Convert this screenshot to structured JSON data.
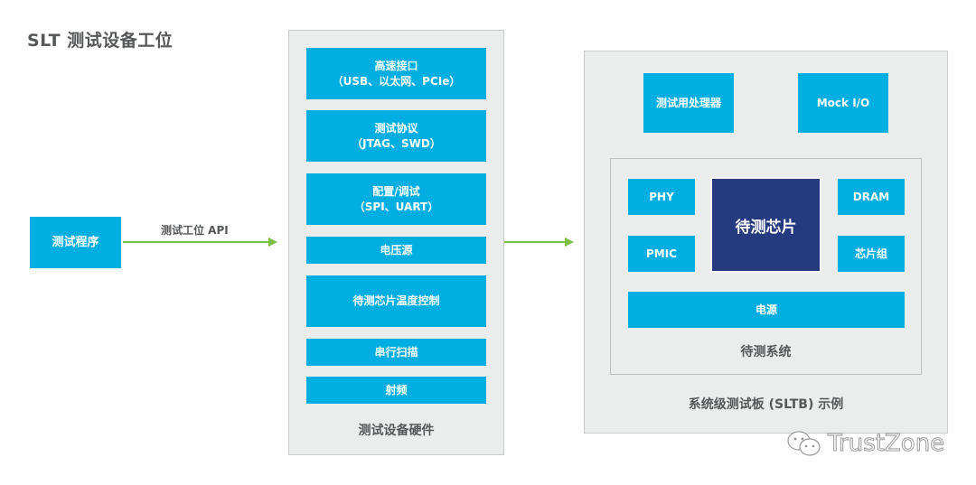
{
  "title": "SLT 测试设备工位",
  "test_program": {
    "label": "测试程序"
  },
  "api_arrow": {
    "label": "测试工位 API"
  },
  "test_hardware": {
    "caption": "测试设备硬件",
    "blocks": [
      {
        "line1": "高速接口",
        "line2": "（USB、以太网、PCIe）"
      },
      {
        "line1": "测试协议",
        "line2": "（JTAG、SWD）"
      },
      {
        "line1": "配置/调试",
        "line2": "（SPI、UART）"
      },
      {
        "line1": "电压源",
        "line2": ""
      },
      {
        "line1": "待测芯片温度控制",
        "line2": ""
      },
      {
        "line1": "串行扫描",
        "line2": ""
      },
      {
        "line1": "射频",
        "line2": ""
      }
    ]
  },
  "sltb": {
    "caption": "系统级测试板 (SLTB) 示例",
    "test_processor": "测试用处理器",
    "mock_io": "Mock I/O",
    "system_under_test": {
      "caption": "待测系统",
      "phy": "PHY",
      "pmic": "PMIC",
      "dut_chip": "待测芯片",
      "dram": "DRAM",
      "chipset": "芯片组",
      "power": "电源"
    }
  },
  "watermark": {
    "text": "TrustZone",
    "icon": "wechat-icon"
  },
  "colors": {
    "block_blue": "#00aee2",
    "chip_navy": "#253a7f",
    "arrow_green": "#7ac143",
    "panel_gray": "#ebecec",
    "text_gray": "#555759"
  }
}
